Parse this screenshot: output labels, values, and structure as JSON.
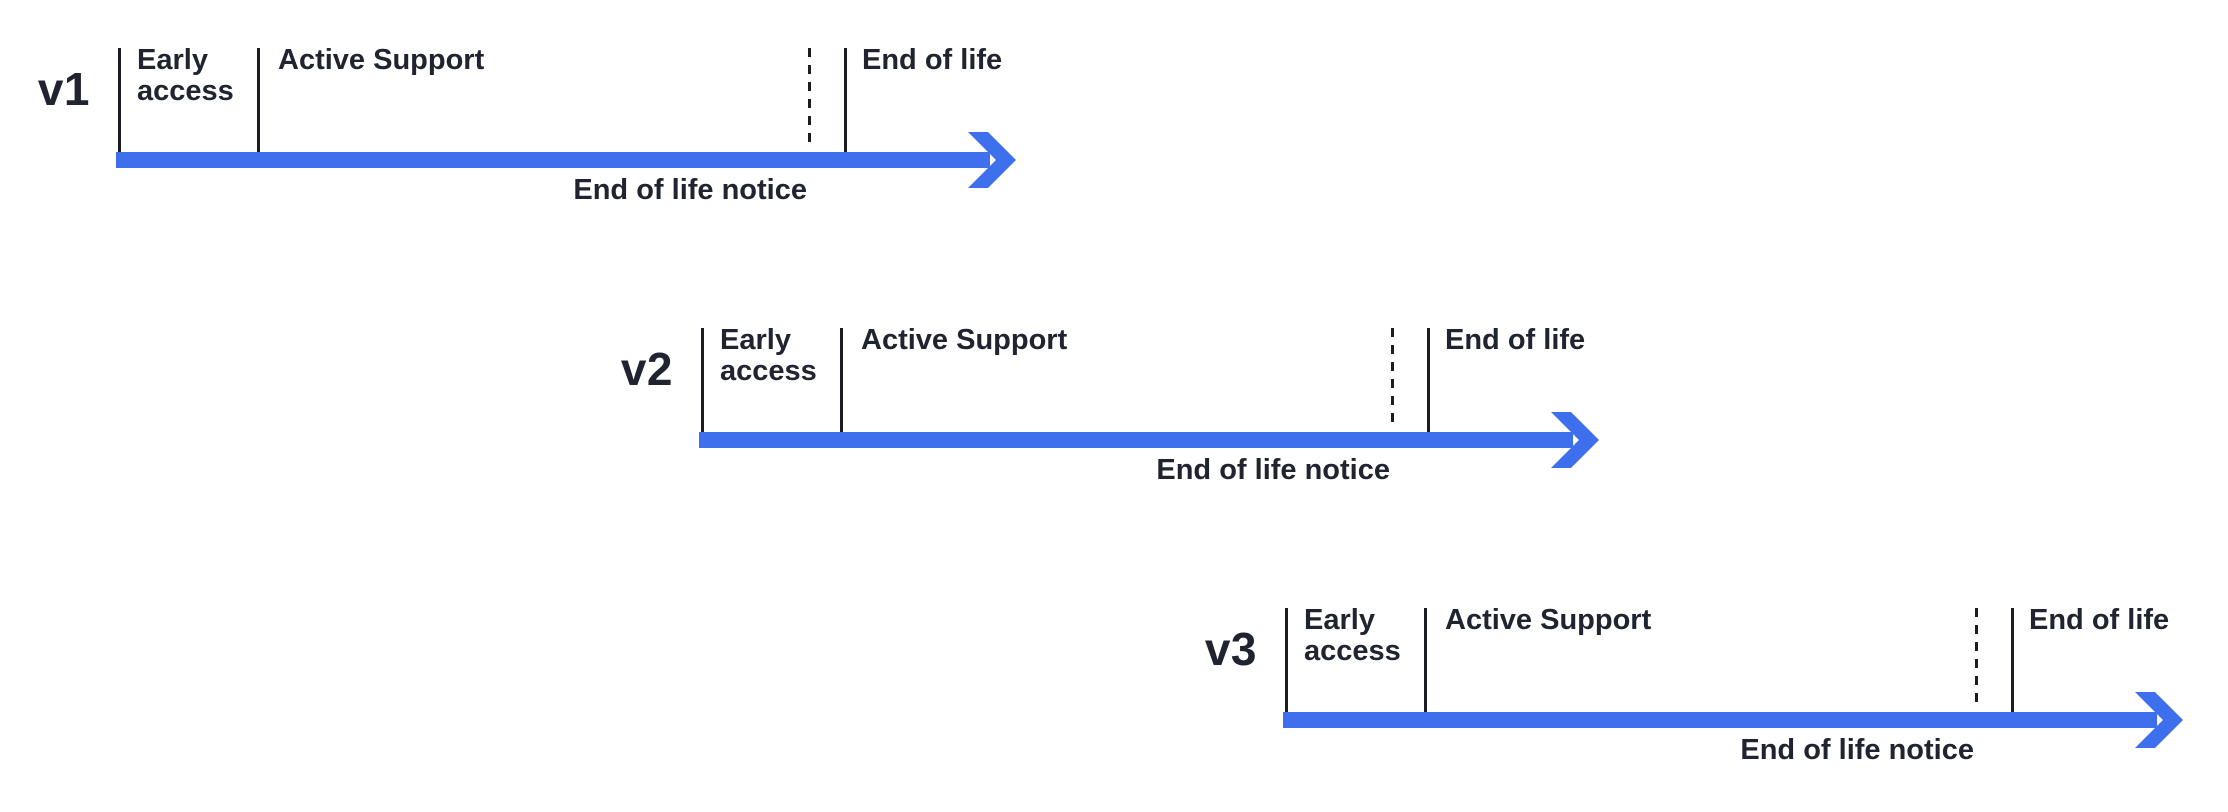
{
  "colors": {
    "arrow-blue": "#3E70EE",
    "text-dark": "#202430",
    "line-dark": "#1A1D24"
  },
  "timelines": [
    {
      "version": "v1",
      "early_access": "Early\naccess",
      "active_support": "Active Support",
      "end_of_life": "End of life",
      "end_of_life_notice": "End of life notice"
    },
    {
      "version": "v2",
      "early_access": "Early\naccess",
      "active_support": "Active Support",
      "end_of_life": "End of life",
      "end_of_life_notice": "End of life notice"
    },
    {
      "version": "v3",
      "early_access": "Early\naccess",
      "active_support": "Active Support",
      "end_of_life": "End of life",
      "end_of_life_notice": "End of life notice"
    }
  ]
}
